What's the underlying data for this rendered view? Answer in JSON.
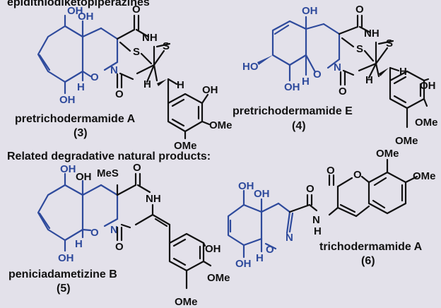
{
  "heading_top": "epidithiodiketopiperazines",
  "heading_related": "Related degradative natural products:",
  "compounds": [
    {
      "name": "pretrichodermamide A",
      "number": "(3)"
    },
    {
      "name": "pretrichodermamide E",
      "number": "(4)"
    },
    {
      "name": "peniciadametizine B",
      "number": "(5)"
    },
    {
      "name": "trichodermamide A",
      "number": "(6)"
    }
  ],
  "atoms": {
    "OH": "OH",
    "HO": "HO",
    "O": "O",
    "N": "N",
    "NH": "NH",
    "H": "H",
    "S": "S",
    "MeS": "MeS",
    "OMe": "OMe"
  },
  "colors": {
    "scaffold": "#2e4a9c",
    "bonds": "#111111",
    "background": "#e3e1ea"
  }
}
